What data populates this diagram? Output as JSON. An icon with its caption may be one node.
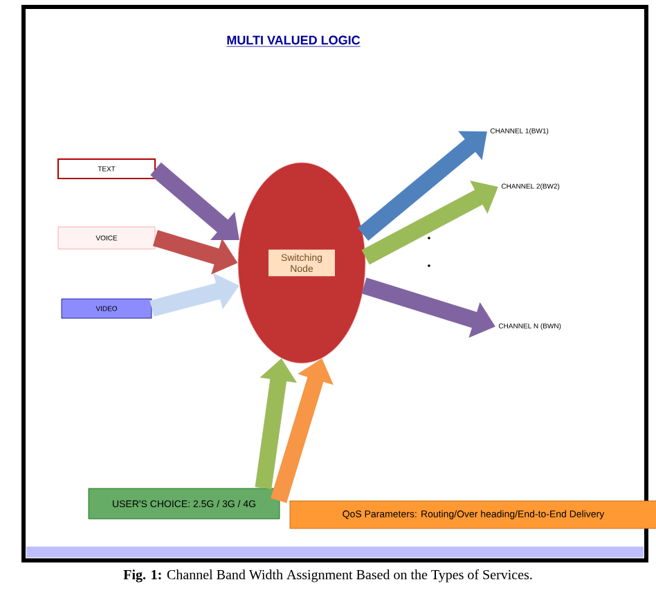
{
  "diagram": {
    "title": "MULTI VALUED LOGIC",
    "caption": "**Fig. 1:** Channel Band Width Assignment Based on the Types of Services.",
    "nodes": [
      {
        "text": [
          "TEXT"
        ]
      },
      {
        "text": [
          "VOICE"
        ]
      },
      {
        "text": [
          "VIDEO"
        ]
      },
      {
        "text": [
          "Switching Node"
        ]
      },
      {
        "text": [
          "CHANNEL 1(BW1)"
        ]
      },
      {
        "text": [
          "CHANNEL 2(BW2)"
        ]
      },
      {
        "text": [
          "CHANNEL N (BWN)"
        ]
      },
      {
        "text": [
          "USER'S CHOICE: 2.5G / 3G / 4G"
        ]
      },
      {
        "text": [
          "QoS Parameters: Routing/Over heading/End-to-End Delivery"
        ]
      }
    ],
    "edges": [
      {
        "from": 0,
        "to": 3,
        "arrow": "to",
        "color": "#8064a2"
      },
      {
        "from": 1,
        "to": 3,
        "arrow": "to",
        "color": "#c0504d"
      },
      {
        "from": 2,
        "to": 3,
        "arrow": "to",
        "color": "#c6d9f1"
      },
      {
        "from": 3,
        "to": 4,
        "arrow": "to",
        "color": "#4f81bd"
      },
      {
        "from": 3,
        "to": 5,
        "arrow": "to",
        "color": "#9bbb59"
      },
      {
        "from": 3,
        "to": 6,
        "arrow": "to",
        "color": "#8064a2"
      },
      {
        "from": 7,
        "to": 3,
        "arrow": "to",
        "color": "#9bbb59"
      },
      {
        "from": 8,
        "to": 3,
        "arrow": "to",
        "color": "#f79646"
      }
    ]
  }
}
